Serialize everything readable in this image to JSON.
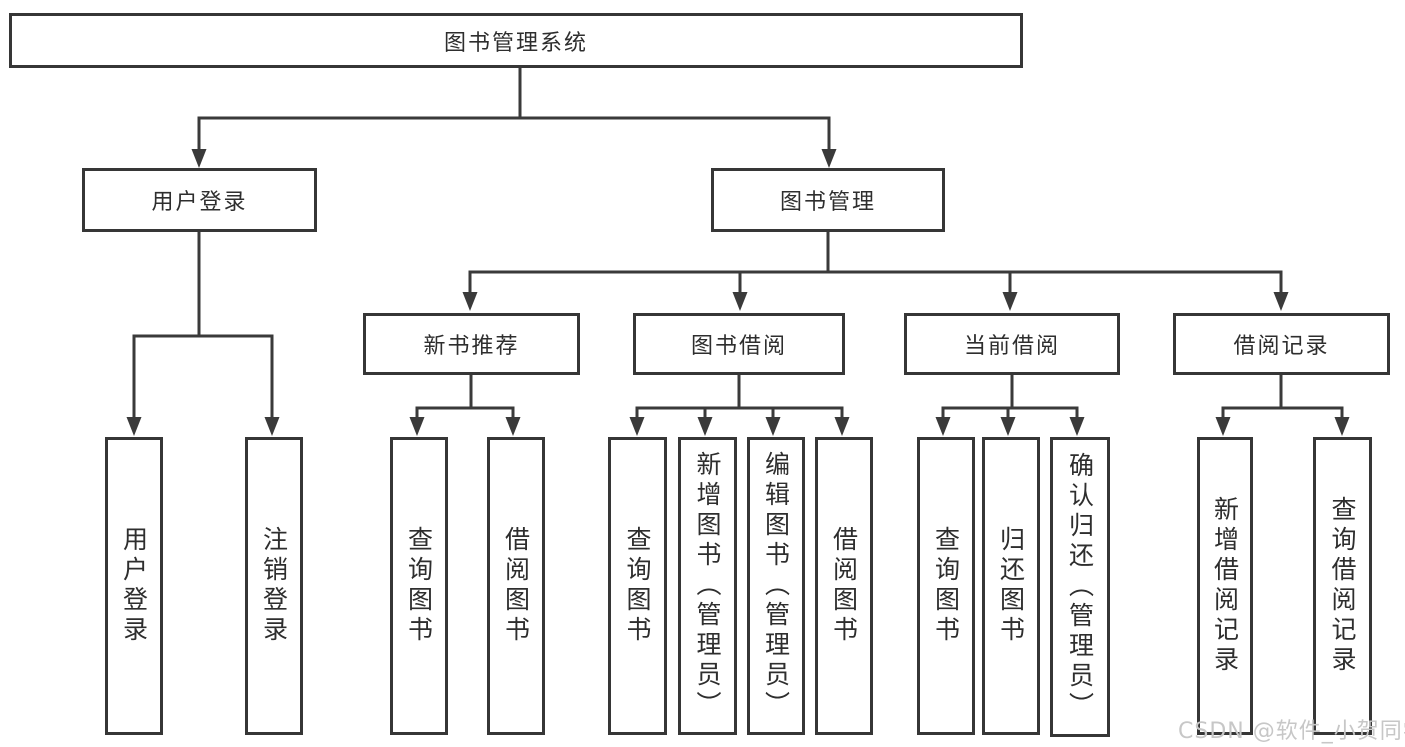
{
  "colors": {
    "line": "#3a3a3a",
    "box_border": "#363636",
    "text": "#2e2e2e",
    "watermark": "#c7c7c7",
    "background": "#ffffff"
  },
  "watermark": {
    "text": "CSDN @软件_小贺同学"
  },
  "nodes": {
    "root": {
      "label": "图书管理系统"
    },
    "user_login": {
      "label": "用户登录"
    },
    "book_mgmt": {
      "label": "图书管理"
    },
    "new_books": {
      "label": "新书推荐"
    },
    "borrowing": {
      "label": "图书借阅"
    },
    "current": {
      "label": "当前借阅"
    },
    "records": {
      "label": "借阅记录"
    },
    "login": {
      "label": "用户登录"
    },
    "logout": {
      "label": "注销登录"
    },
    "nb_query": {
      "label": "查询图书"
    },
    "nb_borrow": {
      "label": "借阅图书"
    },
    "bb_query": {
      "label": "查询图书"
    },
    "bb_add": {
      "label": "新增图书（管理员）"
    },
    "bb_edit": {
      "label": "编辑图书（管理员）"
    },
    "bb_borrow": {
      "label": "借阅图书"
    },
    "cb_query": {
      "label": "查询图书"
    },
    "cb_return": {
      "label": "归还图书"
    },
    "cb_confirm": {
      "label": "确认归还（管理员）"
    },
    "br_add": {
      "label": "新增借阅记录"
    },
    "br_query": {
      "label": "查询借阅记录"
    }
  }
}
